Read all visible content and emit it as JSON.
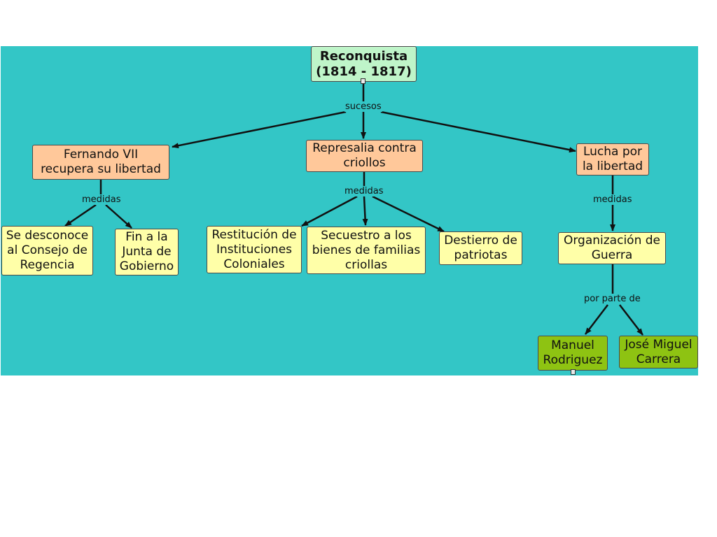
{
  "nodes": {
    "root": "Reconquista\n(1814 - 1817)",
    "fernando": "Fernando VII\nrecupera su libertad",
    "represalia": "Represalia contra\ncriollos",
    "lucha": "Lucha por\nla libertad",
    "desconoce": "Se desconoce\nal Consejo de\nRegencia",
    "fin_junta": "Fin a la\nJunta de\nGobierno",
    "restitucion": "Restitución de\nInstituciones\nColoniales",
    "secuestro": "Secuestro a los\nbienes de familias\ncriollas",
    "destierro": "Destierro de\npatriotas",
    "organizacion": "Organización de\nGuerra",
    "manuel": "Manuel\nRodriguez",
    "jose": "José Miguel\nCarrera"
  },
  "link_labels": {
    "sucesos": "sucesos",
    "medidas_1": "medidas",
    "medidas_2": "medidas",
    "medidas_3": "medidas",
    "por_parte_de": "por parte de"
  },
  "icons": [
    "resource-icon",
    "resource-icon"
  ],
  "colors": {
    "canvas": "#33c6c6",
    "root": "#bff5c9",
    "orange": "#ffc89a",
    "yellow": "#ffffa8",
    "green": "#8ec312",
    "arrow": "#111111"
  }
}
